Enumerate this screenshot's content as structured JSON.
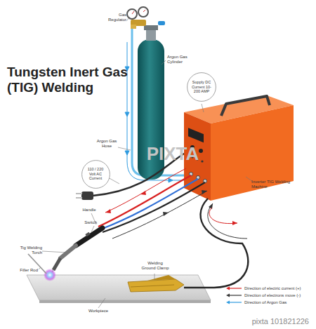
{
  "diagram": {
    "title": "Tungsten Inert Gas (TIG) Welding",
    "nodes": [
      {
        "text": [
          "Supply DC Current 10-200 AMP"
        ]
      },
      {
        "text": [
          "110 / 220 Volt AC Current"
        ]
      }
    ],
    "labels": [
      "Gas Regulator",
      "Argon Gas Cylinder",
      "Argon Gas Hose",
      "Inverter TIG Welding Machine",
      "Handle",
      "Switch",
      "Tig Welding Torch",
      "Filler Rod",
      "Workpiece",
      "Welding Ground Clamp",
      "PIXTA",
      "pixta 101821226"
    ],
    "legend": [
      {
        "text": "Direction of electric current (+)",
        "color": "#d82020"
      },
      {
        "text": "Direction of electrons move (-)",
        "color": "#333333"
      },
      {
        "text": "Direction of Argon Gas",
        "color": "#2f9be0"
      }
    ]
  }
}
